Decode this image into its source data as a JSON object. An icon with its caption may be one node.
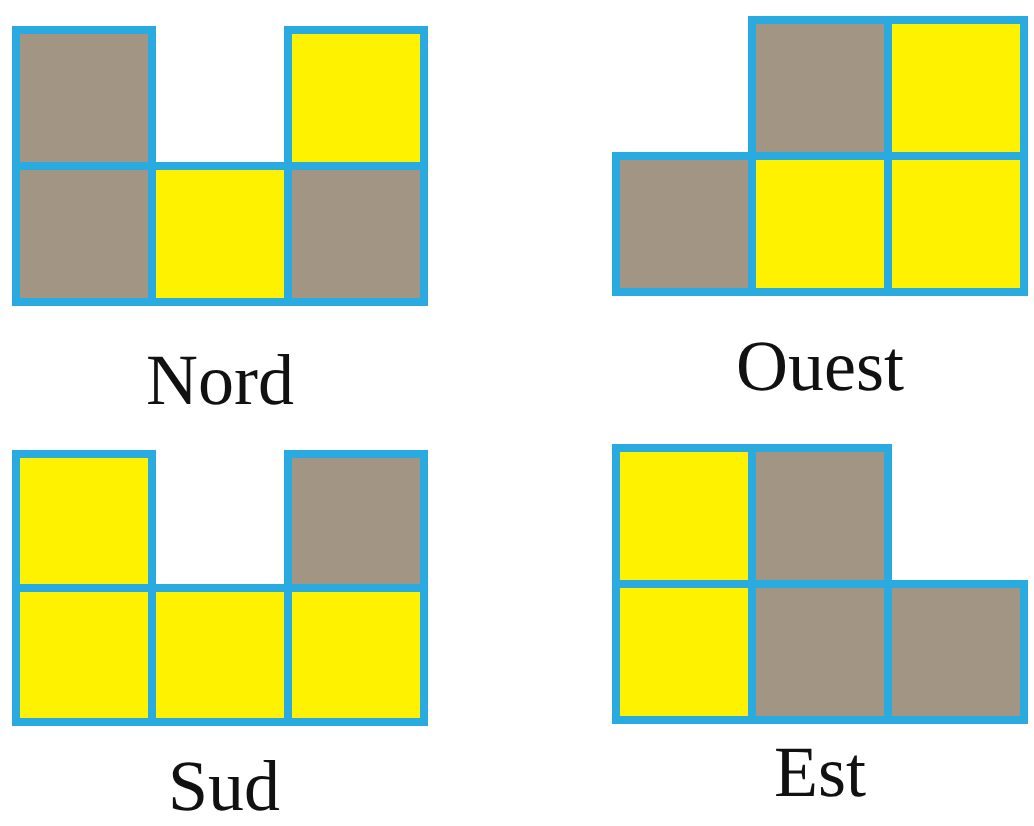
{
  "diagram": {
    "labels": [
      "Nord",
      "Ouest",
      "Sud",
      "Est"
    ]
  }
}
